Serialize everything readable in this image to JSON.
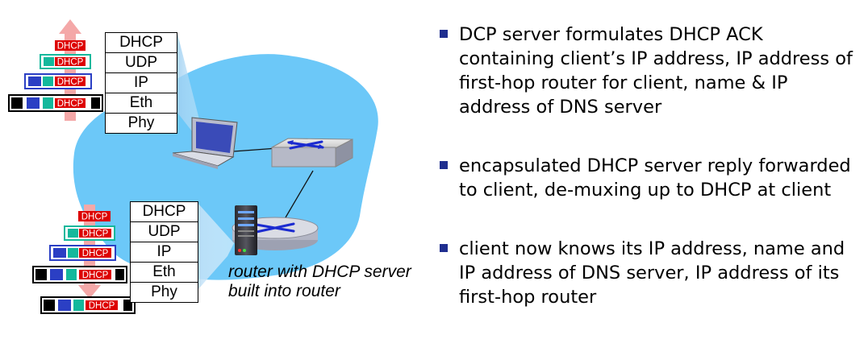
{
  "protocol_stack": [
    "DHCP",
    "UDP",
    "IP",
    "Eth",
    "Phy"
  ],
  "packet_label": "DHCP",
  "router_caption": "router with DHCP server built into router",
  "bullets": [
    "DCP server formulates DHCP ACK containing client’s IP address, IP address of first-hop router for client, name & IP address of DNS server",
    "encapsulated DHCP server reply forwarded to client, de-muxing up to DHCP at client",
    "client now knows its IP address, name and IP address of DNS server, IP address of its first-hop router"
  ],
  "colors": {
    "cloud": "#6cc8f8",
    "dhcp_header": "#dd0000",
    "udp_header": "#14b89c",
    "ip_header": "#2b3fc4",
    "eth_header": "#000000",
    "arrow": "#f4a8a8",
    "bullet": "#1f2e8f"
  }
}
